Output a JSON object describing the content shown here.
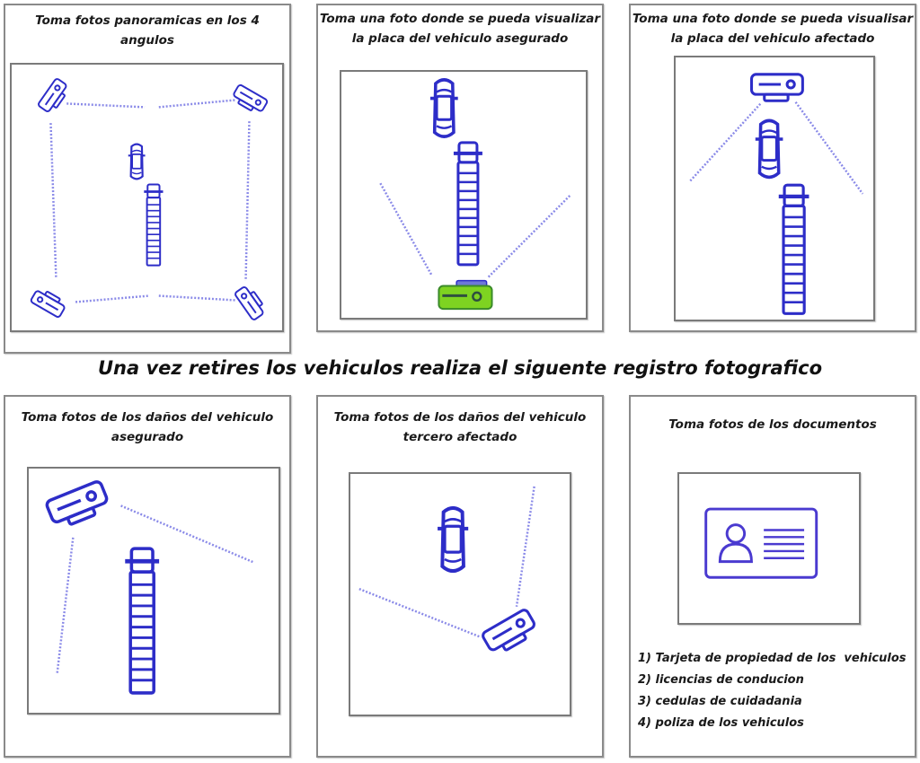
{
  "colors": {
    "icon_stroke": "#2d2dc8",
    "sight_line": "#8a8ae8",
    "highlight_camera": "#7ed321",
    "panel_border": "#8a8a8a"
  },
  "section_title": "Una vez retires los vehiculos realiza el siguente registro fotografico",
  "panels": [
    {
      "title_line1": "Toma fotos panoramicas en los 4",
      "title_line2": "angulos"
    },
    {
      "title_line1": "Toma una foto donde se pueda visualizar",
      "title_line2": "la placa del vehiculo asegurado"
    },
    {
      "title_line1": "Toma una foto donde se pueda visualisar",
      "title_line2": "la placa del vehiculo afectado"
    },
    {
      "title_line1": "Toma fotos de los daños del vehiculo",
      "title_line2": "asegurado"
    },
    {
      "title_line1": "Toma fotos de los daños del vehiculo",
      "title_line2": "tercero afectado"
    },
    {
      "title_line1": "Toma fotos de los documentos",
      "title_line2": ""
    }
  ],
  "documents": [
    "1) Tarjeta de propiedad de los  vehiculos",
    "2) licencias de conducion",
    "3) cedulas de cuidadania",
    "4) poliza de los vehiculos"
  ],
  "icons": {
    "camera": "camera-icon",
    "car": "car-icon",
    "truck": "truck-icon",
    "id_card": "id-card-icon"
  }
}
